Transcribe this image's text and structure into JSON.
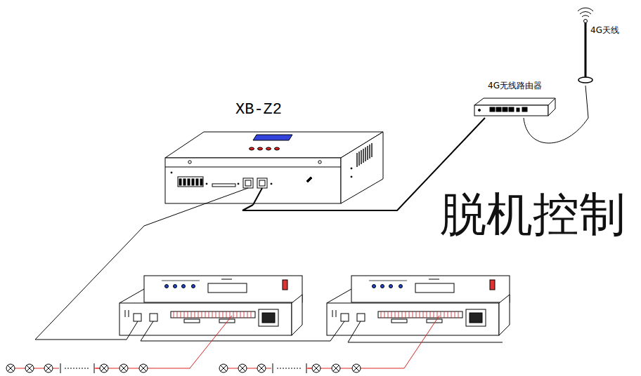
{
  "diagram": {
    "nodes": [
      {
        "text": [
          "XB-Z2"
        ]
      },
      {
        "text": [
          "4G无线路由器"
        ]
      },
      {
        "text": [
          "4G天线"
        ]
      }
    ],
    "edges": [
      {
        "from": 0,
        "to": 1,
        "arrow": "none"
      },
      {
        "from": 1,
        "to": 2,
        "arrow": "none"
      }
    ],
    "labels": [
      "脱机控制"
    ]
  }
}
